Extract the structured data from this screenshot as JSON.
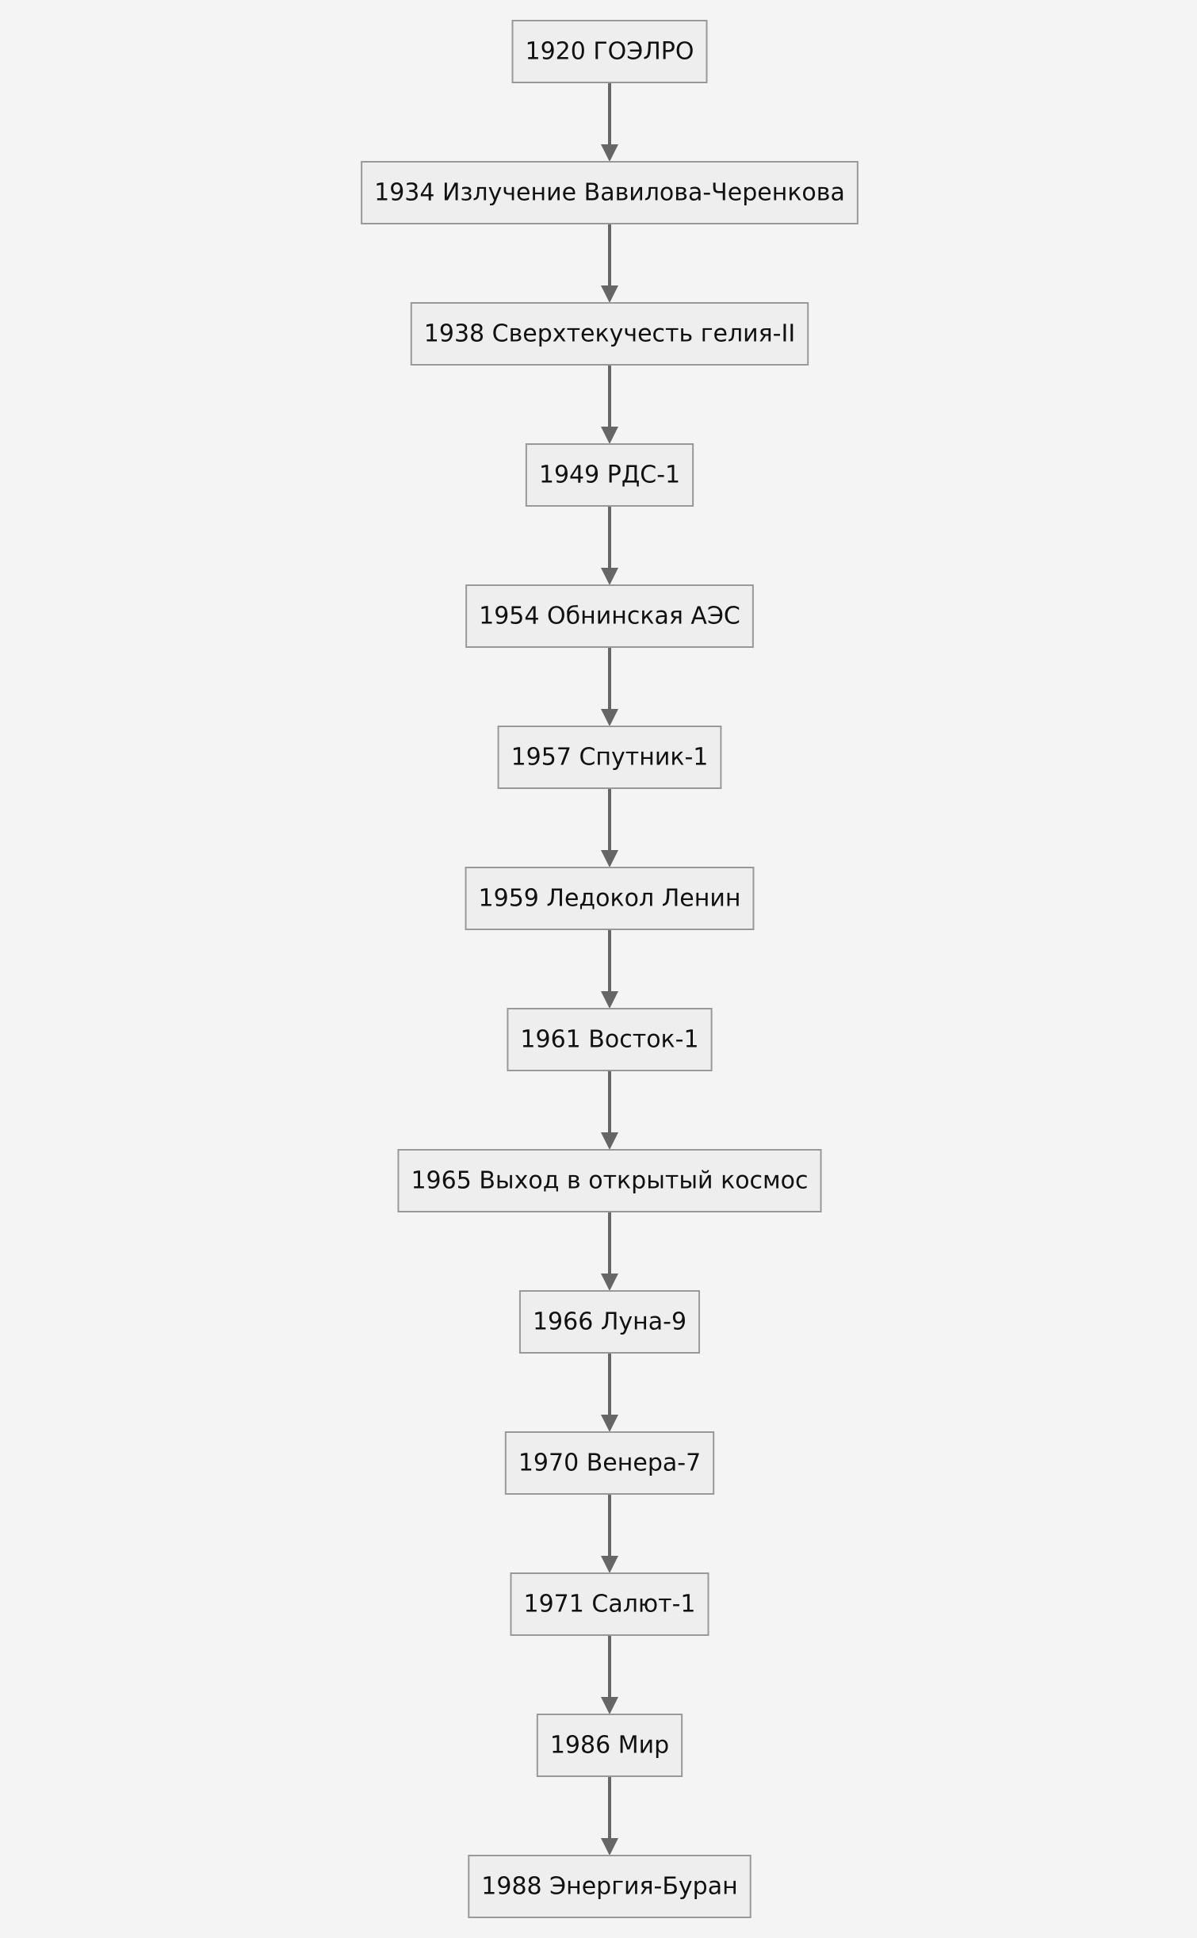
{
  "flowchart": {
    "direction": "top-to-bottom",
    "background_color": "#f4f4f4",
    "node_fill": "#eeeeee",
    "node_border": "#999999",
    "edge_color": "#666666",
    "nodes": [
      {
        "id": "n1920",
        "label": "1920 ГОЭЛРО"
      },
      {
        "id": "n1934",
        "label": "1934 Излучение Вавилова-Черенкова"
      },
      {
        "id": "n1938",
        "label": "1938 Сверхтекучесть гелия-II"
      },
      {
        "id": "n1949",
        "label": "1949 РДС-1"
      },
      {
        "id": "n1954",
        "label": "1954 Обнинская АЭС"
      },
      {
        "id": "n1957",
        "label": "1957 Спутник-1"
      },
      {
        "id": "n1959",
        "label": "1959 Ледокол Ленин"
      },
      {
        "id": "n1961",
        "label": "1961 Восток-1"
      },
      {
        "id": "n1965",
        "label": "1965 Выход в открытый космос"
      },
      {
        "id": "n1966",
        "label": "1966 Луна-9"
      },
      {
        "id": "n1970",
        "label": "1970 Венера-7"
      },
      {
        "id": "n1971",
        "label": "1971 Салют-1"
      },
      {
        "id": "n1986",
        "label": "1986 Мир"
      },
      {
        "id": "n1988",
        "label": "1988 Энергия-Буран"
      }
    ],
    "edges": [
      {
        "from": "n1920",
        "to": "n1934"
      },
      {
        "from": "n1934",
        "to": "n1938"
      },
      {
        "from": "n1938",
        "to": "n1949"
      },
      {
        "from": "n1949",
        "to": "n1954"
      },
      {
        "from": "n1954",
        "to": "n1957"
      },
      {
        "from": "n1957",
        "to": "n1959"
      },
      {
        "from": "n1959",
        "to": "n1961"
      },
      {
        "from": "n1961",
        "to": "n1965"
      },
      {
        "from": "n1965",
        "to": "n1966"
      },
      {
        "from": "n1966",
        "to": "n1970"
      },
      {
        "from": "n1970",
        "to": "n1971"
      },
      {
        "from": "n1971",
        "to": "n1986"
      },
      {
        "from": "n1986",
        "to": "n1988"
      }
    ]
  }
}
